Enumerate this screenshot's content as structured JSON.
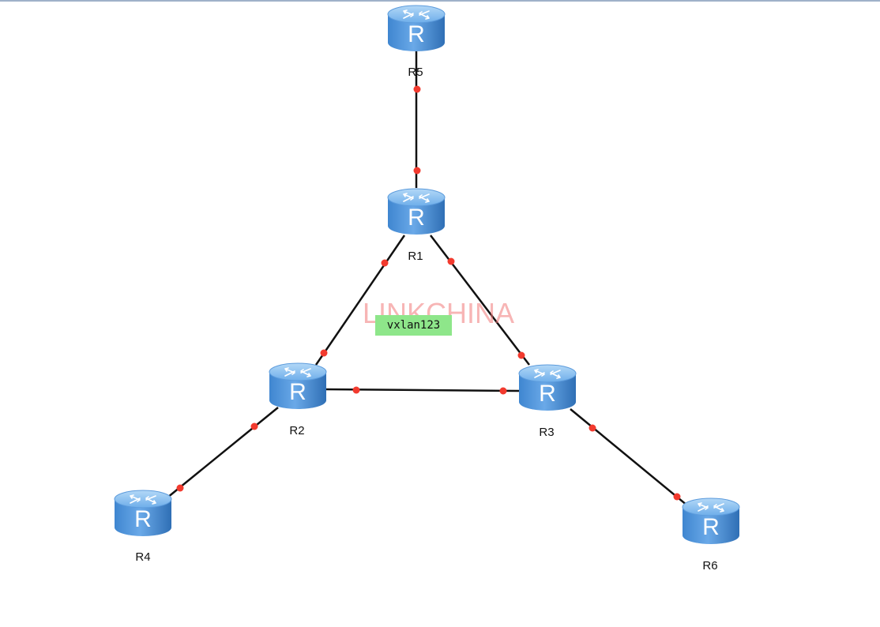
{
  "diagram": {
    "watermark": "LINKCHINA",
    "annotation": "vxlan123",
    "colors": {
      "router_top": "#8cc3f0",
      "router_body": "#4b8fd6",
      "router_dark": "#2f6fb5",
      "link": "#111111",
      "port_dot": "#f23a2e",
      "annotation_bg": "#8ee68a",
      "watermark": "#f07878"
    },
    "routers": [
      {
        "id": "R5",
        "label": "R5",
        "icon": "router-icon"
      },
      {
        "id": "R1",
        "label": "R1",
        "icon": "router-icon"
      },
      {
        "id": "R2",
        "label": "R2",
        "icon": "router-icon"
      },
      {
        "id": "R3",
        "label": "R3",
        "icon": "router-icon"
      },
      {
        "id": "R4",
        "label": "R4",
        "icon": "router-icon"
      },
      {
        "id": "R6",
        "label": "R6",
        "icon": "router-icon"
      }
    ],
    "links": [
      {
        "from": "R5",
        "to": "R1"
      },
      {
        "from": "R1",
        "to": "R2"
      },
      {
        "from": "R1",
        "to": "R3"
      },
      {
        "from": "R2",
        "to": "R3"
      },
      {
        "from": "R2",
        "to": "R4"
      },
      {
        "from": "R3",
        "to": "R6"
      }
    ]
  }
}
